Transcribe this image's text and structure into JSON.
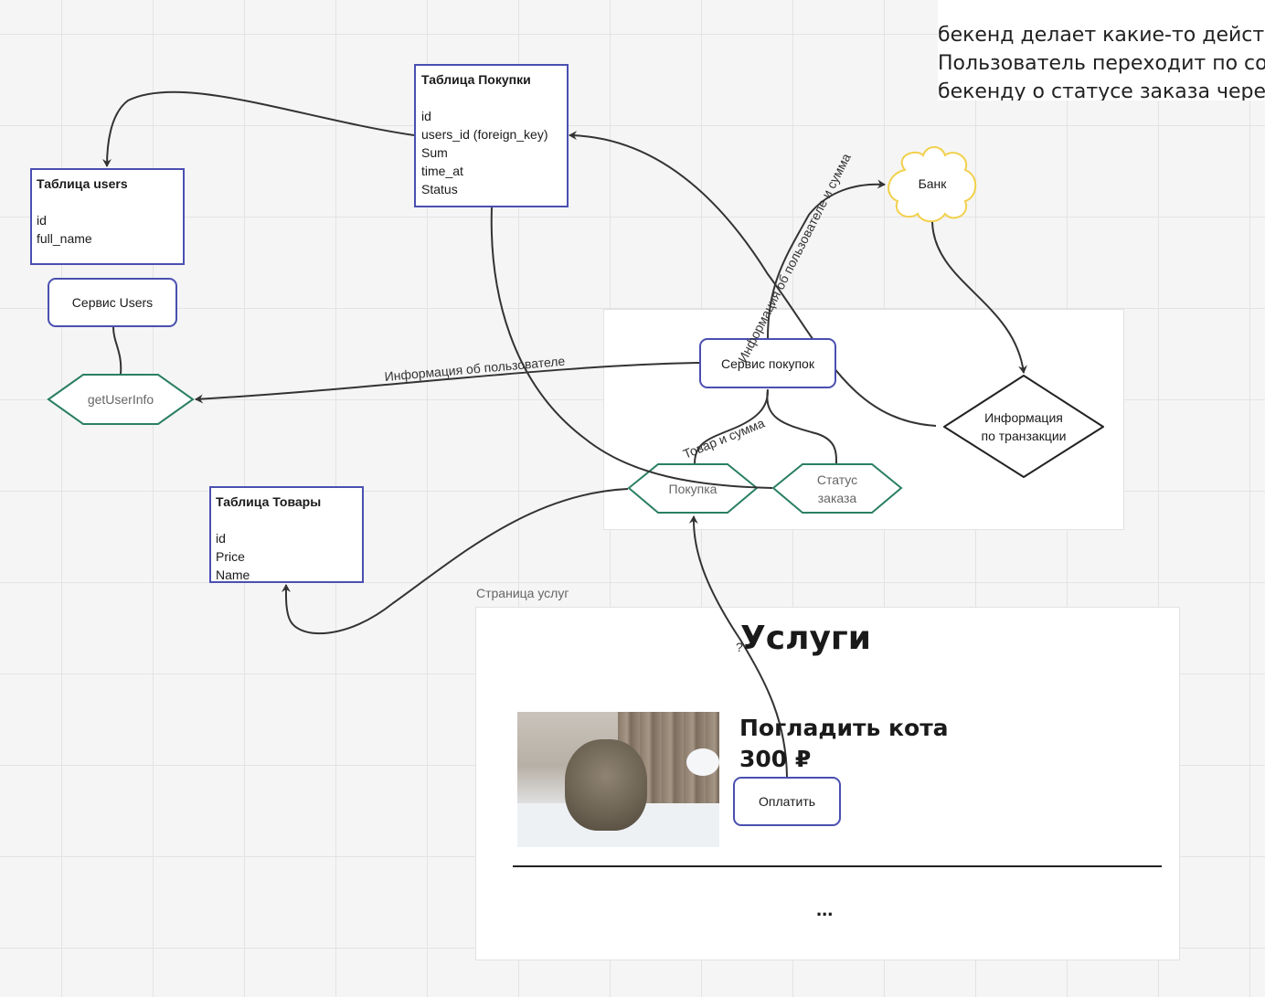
{
  "note": {
    "lines": [
      "",
      "бекенд делает какие-то действ",
      "Пользователь переходит по со",
      "бекенду о статусе заказа через"
    ]
  },
  "tables": {
    "purchases": {
      "title": "Таблица Покупки",
      "fields": [
        "id",
        "users_id (foreign_key)",
        "Sum",
        "time_at",
        "Status"
      ]
    },
    "users": {
      "title": "Таблица users",
      "fields": [
        "id",
        "full_name"
      ]
    },
    "goods": {
      "title": "Таблица Товары",
      "fields": [
        "id",
        "Price",
        "Name"
      ]
    }
  },
  "services": {
    "users": "Сервис Users",
    "purchases": "Сервис покупок"
  },
  "nodes": {
    "get_user_info": "getUserInfo",
    "purchase": "Покупка",
    "order_status": "Статус заказа",
    "bank": "Банк",
    "transaction_info": "Информация по транзакции"
  },
  "edge_labels": {
    "user_info": "Информация об пользователе",
    "user_info_and_sum": "Информация об пользователе и сумма",
    "product_and_sum": "Товар и сумма",
    "question": "?"
  },
  "page": {
    "frame_label": "Страница услуг",
    "heading": "Услуги",
    "service_name": "Погладить кота",
    "price": "300 ₽",
    "pay_button": "Оплатить",
    "more": "..."
  },
  "colors": {
    "table_border": "#4a4fb0",
    "hex_border": "#2a7f62",
    "bank_border": "#f2d04b",
    "arrow": "#333333"
  }
}
